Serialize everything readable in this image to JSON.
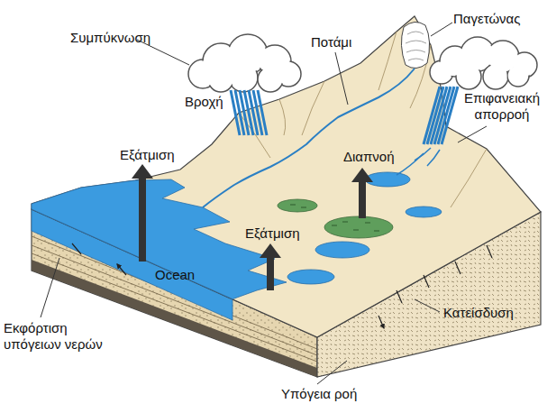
{
  "diagram": {
    "labels": [
      "Συμπύκνωση",
      "Παγετώνας",
      "Ποτάμι",
      "Βροχή",
      "Επιφανειακή απορροή",
      "Εξάτμιση",
      "Διαπνοή",
      "Εξάτμιση",
      "Ocean",
      "Εκφόρτιση υπόγειων νερών",
      "Κατείσδυση",
      "Υπόγεια ροή"
    ]
  }
}
